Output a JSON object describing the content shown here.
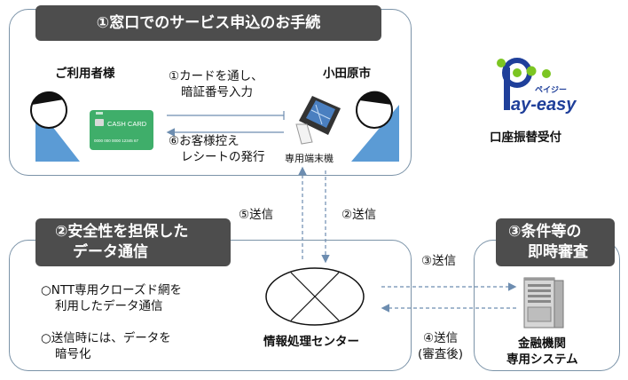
{
  "section1": {
    "banner": "①窓口でのサービス申込のお手続",
    "customer_label": "ご利用者様",
    "city_label": "小田原市",
    "card_text": "CASH CARD",
    "card_number": "0000 000 0000 12345 67",
    "step1_line1": "①カードを通し、",
    "step1_line2": "暗証番号入力",
    "step6_line1": "⑥お客様控え",
    "step6_line2": "レシートの発行",
    "terminal_label": "専用端末機"
  },
  "payeasy": {
    "logo_text": "ay-easy",
    "logo_p": "P",
    "logo_kana": "ペイジー",
    "caption": "口座振替受付"
  },
  "section2": {
    "banner_line1": "②安全性を担保した",
    "banner_line2": "データ通信",
    "bullet1_line1": "○NTT専用クローズド網を",
    "bullet1_line2": "利用したデータ通信",
    "bullet2_line1": "○送信時には、データを",
    "bullet2_line2": "暗号化",
    "center_label": "情報処理センター"
  },
  "section3": {
    "banner_line1": "③条件等の",
    "banner_line2": "即時審査",
    "bank_line1": "金融機関",
    "bank_line2": "専用システム"
  },
  "flows": {
    "send5": "⑤送信",
    "send2": "②送信",
    "send3": "③送信",
    "send4_line1": "④送信",
    "send4_line2": "(審査後)"
  },
  "colors": {
    "banner_bg": "#4d4d4d",
    "panel_border": "#7b93a8",
    "arrow": "#6d8db0",
    "person_fill": "#5b9bd5",
    "card_green": "#3fae6a",
    "logo_blue": "#1f3f9a",
    "logo_green": "#7cc522"
  }
}
